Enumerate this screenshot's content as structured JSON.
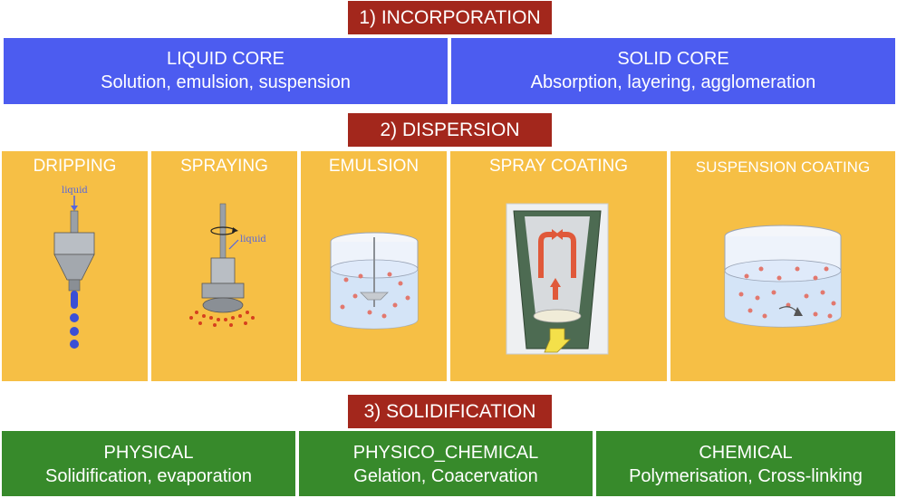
{
  "stages": {
    "incorporation": "1) INCORPORATION",
    "dispersion": "2) DISPERSION",
    "solidification": "3) SOLIDIFICATION"
  },
  "incorporation": [
    {
      "title": "LIQUID CORE",
      "subtitle": "Solution, emulsion, suspension"
    },
    {
      "title": "SOLID CORE",
      "subtitle": "Absorption, layering, agglomeration"
    }
  ],
  "dispersion": [
    {
      "label": "DRIPPING",
      "annotation": "liquid",
      "icon": "dripping-nozzle-icon"
    },
    {
      "label": "SPRAYING",
      "annotation": "liquid",
      "icon": "spraying-nozzle-icon"
    },
    {
      "label": "EMULSION",
      "icon": "emulsion-vessel-icon"
    },
    {
      "label": "SPRAY COATING",
      "icon": "spray-coating-chamber-icon"
    },
    {
      "label": "SUSPENSION COATING",
      "icon": "suspension-vessel-icon"
    }
  ],
  "solidification": [
    {
      "title": "PHYSICAL",
      "subtitle": "Solidification, evaporation"
    },
    {
      "title": "PHYSICO_CHEMICAL",
      "subtitle": "Gelation, Coacervation"
    },
    {
      "title": "CHEMICAL",
      "subtitle": "Polymerisation, Cross-linking"
    }
  ],
  "colors": {
    "header": "#a3271c",
    "blue": "#4c5cf0",
    "yellow": "#f6bf45",
    "green": "#378a2b"
  }
}
